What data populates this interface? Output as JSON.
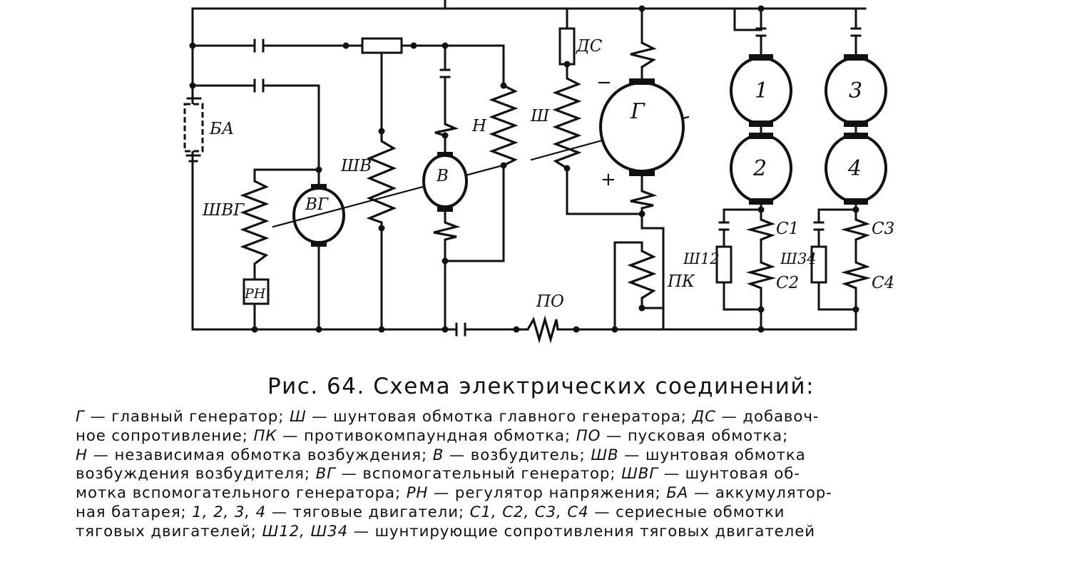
{
  "labels": {
    "BA": "БА",
    "RN": "РН",
    "VG": "ВГ",
    "SHVG": "ШВГ",
    "SHV": "ШВ",
    "V": "В",
    "N": "Н",
    "DS": "ДС",
    "SH": "Ш",
    "G": "Г",
    "minus": "−",
    "plus": "+",
    "PK": "ПК",
    "PO": "ПО",
    "m1": "1",
    "m2": "2",
    "m3": "3",
    "m4": "4",
    "C1": "С1",
    "C2": "С2",
    "C3": "С3",
    "C4": "С4",
    "SH12": "Ш12",
    "SH34": "Ш34"
  },
  "caption": {
    "title": "Рис. 64. Схема электрических соединений:",
    "lines": [
      [
        {
          "t": "Г",
          "i": true
        },
        {
          "t": " — главный генератор; "
        },
        {
          "t": "Ш",
          "i": true
        },
        {
          "t": " — шунтовая обмотка главного генератора; "
        },
        {
          "t": "ДС",
          "i": true
        },
        {
          "t": " — добавоч-"
        }
      ],
      [
        {
          "t": "ное сопротивление; "
        },
        {
          "t": "ПК",
          "i": true
        },
        {
          "t": " — противокомпаундная обмотка; "
        },
        {
          "t": "ПО",
          "i": true
        },
        {
          "t": " — пусковая обмотка;"
        }
      ],
      [
        {
          "t": "Н",
          "i": true
        },
        {
          "t": " — независимая обмотка возбуждения; "
        },
        {
          "t": "В",
          "i": true
        },
        {
          "t": " — возбудитель; "
        },
        {
          "t": "ШВ",
          "i": true
        },
        {
          "t": " — шунтовая обмотка"
        }
      ],
      [
        {
          "t": "возбуждения возбудителя; "
        },
        {
          "t": "ВГ",
          "i": true
        },
        {
          "t": " — вспомогательный генератор; "
        },
        {
          "t": "ШВГ",
          "i": true
        },
        {
          "t": " — шунтовая об-"
        }
      ],
      [
        {
          "t": "мотка вспомогательного генератора; "
        },
        {
          "t": "РН",
          "i": true
        },
        {
          "t": " — регулятор напряжения; "
        },
        {
          "t": "БА",
          "i": true
        },
        {
          "t": " — аккумулятор-"
        }
      ],
      [
        {
          "t": "ная батарея; "
        },
        {
          "t": "1, 2, 3, 4",
          "i": true
        },
        {
          "t": " — тяговые двигатели; "
        },
        {
          "t": "С1, С2, С3, С4",
          "i": true
        },
        {
          "t": " — сериесные обмотки"
        }
      ],
      [
        {
          "t": "тяговых двигателей; "
        },
        {
          "t": "Ш12, Ш34",
          "i": true
        },
        {
          "t": " — шунтирующие сопротивления тяговых двигателей"
        }
      ]
    ]
  }
}
